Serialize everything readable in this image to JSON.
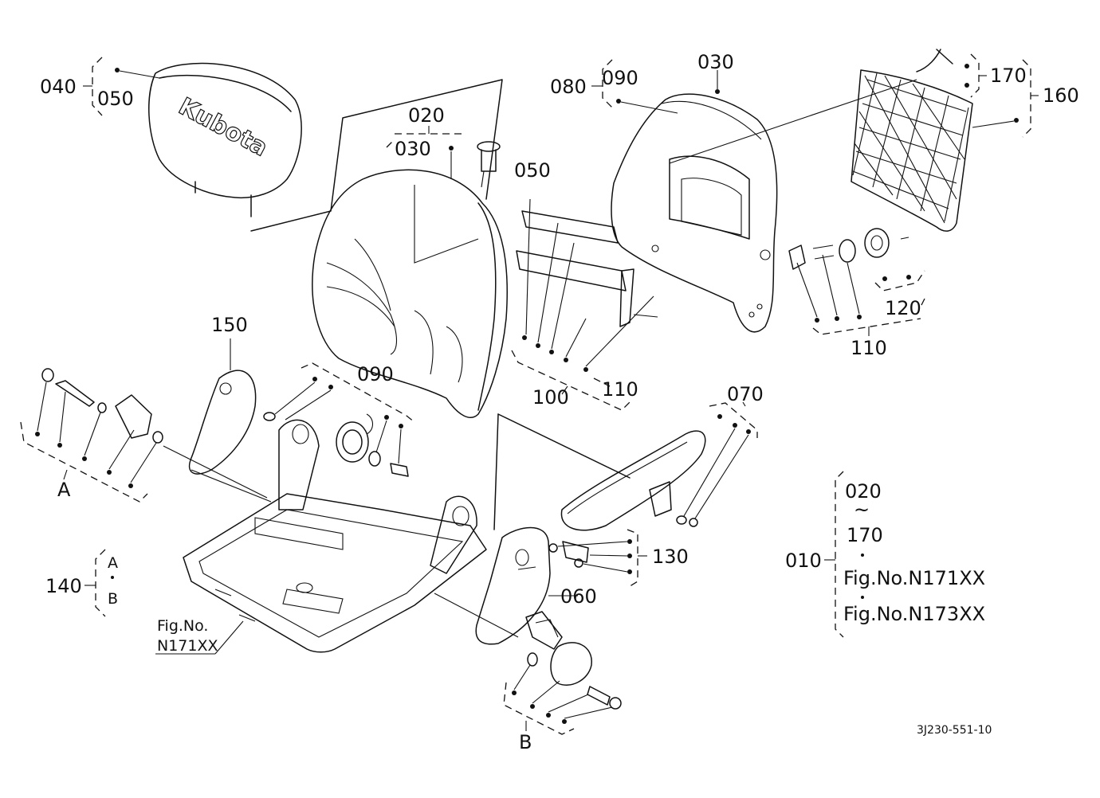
{
  "labels": {
    "p040": "040",
    "p050a": "050",
    "p020": "020",
    "p030a": "030",
    "p050b": "050",
    "p080": "080",
    "p090a": "090",
    "p030b": "030",
    "p170a": "170",
    "p160": "160",
    "p100": "100",
    "p110a": "110",
    "p120": "120",
    "p110b": "110",
    "p150": "150",
    "p090b": "090",
    "p070": "070",
    "p130": "130",
    "p060": "060",
    "pA": "A",
    "p140": "140",
    "p140A": "A",
    "p140B": "B",
    "pB": "B",
    "fig_line1": "Fig.No.",
    "fig_line2": "N171XX",
    "p010": "010",
    "p010_range_start": "020",
    "p010_range_sep": "~",
    "p010_range_end": "170",
    "p010_fig1": "Fig.No.N171XX",
    "p010_fig2": "Fig.No.N173XX",
    "brand": "Kubota",
    "drawing_code": "3J230-551-10"
  }
}
